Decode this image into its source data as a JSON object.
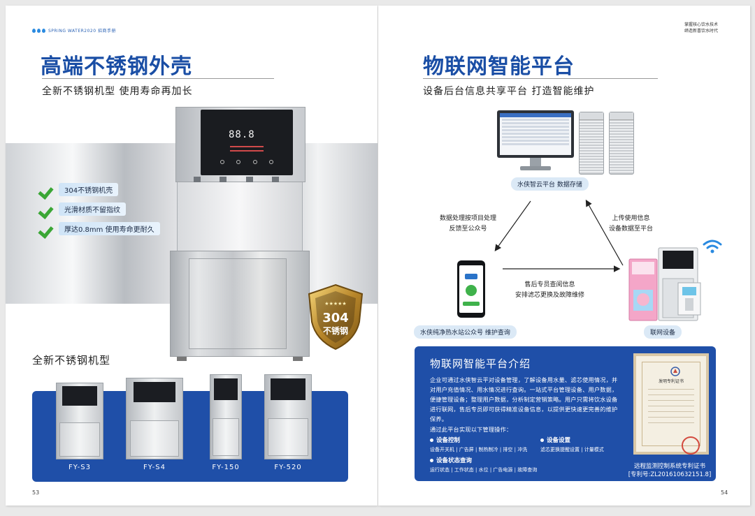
{
  "left": {
    "brand": "SPRING WATER2020 招商手册",
    "title": "高端不锈钢外壳",
    "subtitle": "全新不锈钢机型  使用寿命再加长",
    "features": [
      "304不锈钢机壳",
      "光滑材质不留指纹",
      "厚达0.8mm 使用寿命更耐久"
    ],
    "machine_readout": "88.8",
    "shield_text": "304\n不锈钢",
    "lineup_heading": "全新不锈钢机型",
    "models": [
      "FY-S3",
      "FY-S4",
      "FY-150",
      "FY-520"
    ],
    "page_number": "53"
  },
  "right": {
    "slogan_1": "掌握核心饮水技术",
    "slogan_2": "缔造新喜饮水时代",
    "title": "物联网智能平台",
    "subtitle": "设备后台信息共享平台  打造智能维护",
    "cloud_label": "水侠智云平台  数据存储",
    "left_arrow_note": [
      "数据处理按项目处理",
      "反馈至公众号"
    ],
    "right_arrow_note": [
      "上传使用信息",
      "设备数据至平台"
    ],
    "bottom_arrow_note": [
      "售后专员查阅信息",
      "安排滤芯更换及故障维修"
    ],
    "phone_label": "水侠纯净热水站公众号  维护查询",
    "device_label": "联网设备",
    "intro": {
      "title": "物联网智能平台介绍",
      "body": "企业可通过水侠智云平对设备管理，了解设备用水量、滤芯使用情况，并对用户充值情况、用水情况进行查询。一站式平台管理设备、用户数据，便捷管理设备；整理用户数据，分析制定营销策略。用户只需将饮水设备进行联网，售后专员即可获得精准设备信息，以提供更快速更完善的维护保养。",
      "lead": "通过此平台实现以下管理操作：",
      "control_title": "设备控制",
      "control_items": "设备开关机 | 广告屏 | 制热制冷 | 排空 | 冲洗",
      "settings_title": "设备设置",
      "settings_items": "滤芯更换提醒设置 | 计量模式",
      "status_title": "设备状态查询",
      "status_items": "运行状态 | 工作状态 | 水位 | 广告电源 | 故障查询",
      "cert_title": "发明专利证书",
      "cert_caption": "远程监测控制系统专利证书",
      "cert_number": "[专利号:ZL201610632151.8]"
    },
    "page_number": "54"
  },
  "colors": {
    "title_blue": "#1a4ea5",
    "panel_blue": "#1f4fa8",
    "pill_bg": "#dbe9f6",
    "check_green": "#3aa635"
  }
}
